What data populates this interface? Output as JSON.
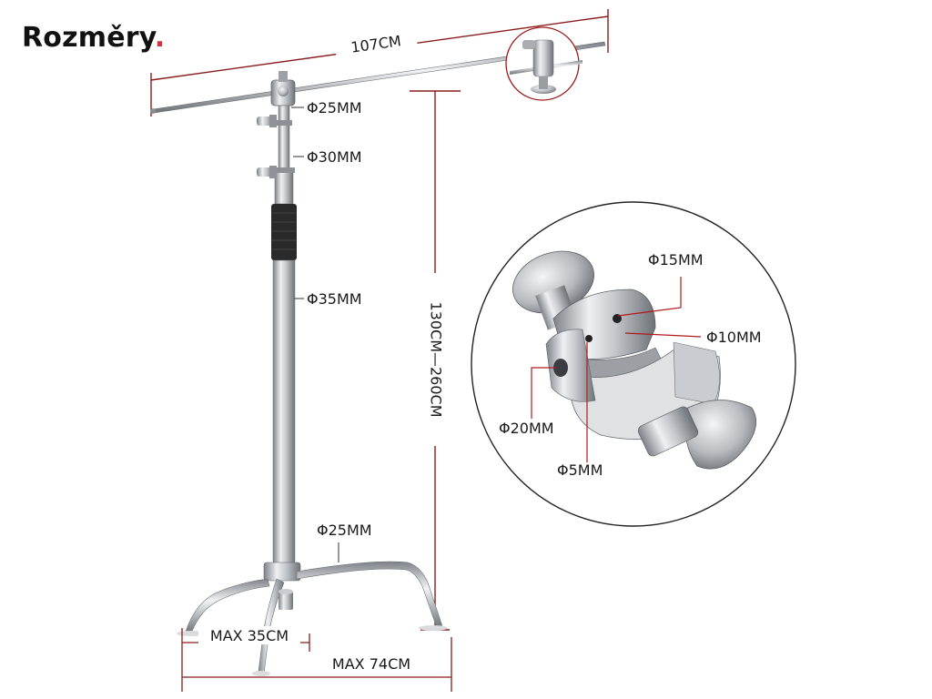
{
  "title": {
    "text": "Rozměry",
    "dot": ".",
    "dot_color": "#e0293a"
  },
  "dimensions": {
    "boom_length": "107CM",
    "height_range": "130CM—260CM",
    "leg_max_narrow": "MAX 35CM",
    "leg_max_wide": "MAX 74CM"
  },
  "tube_diameters": {
    "top": "Φ25MM",
    "middle": "Φ30MM",
    "bottom": "Φ35MM",
    "base_leg": "Φ25MM"
  },
  "clamp_detail": {
    "hole_15": "Φ15MM",
    "hole_10": "Φ10MM",
    "hole_20": "Φ20MM",
    "hole_5": "Φ5MM"
  },
  "colors": {
    "dimension_line": "#8a1c1c",
    "leader_line": "#b01a1a",
    "steel": "#b8bcc2",
    "grip": "#2a2a2a"
  }
}
